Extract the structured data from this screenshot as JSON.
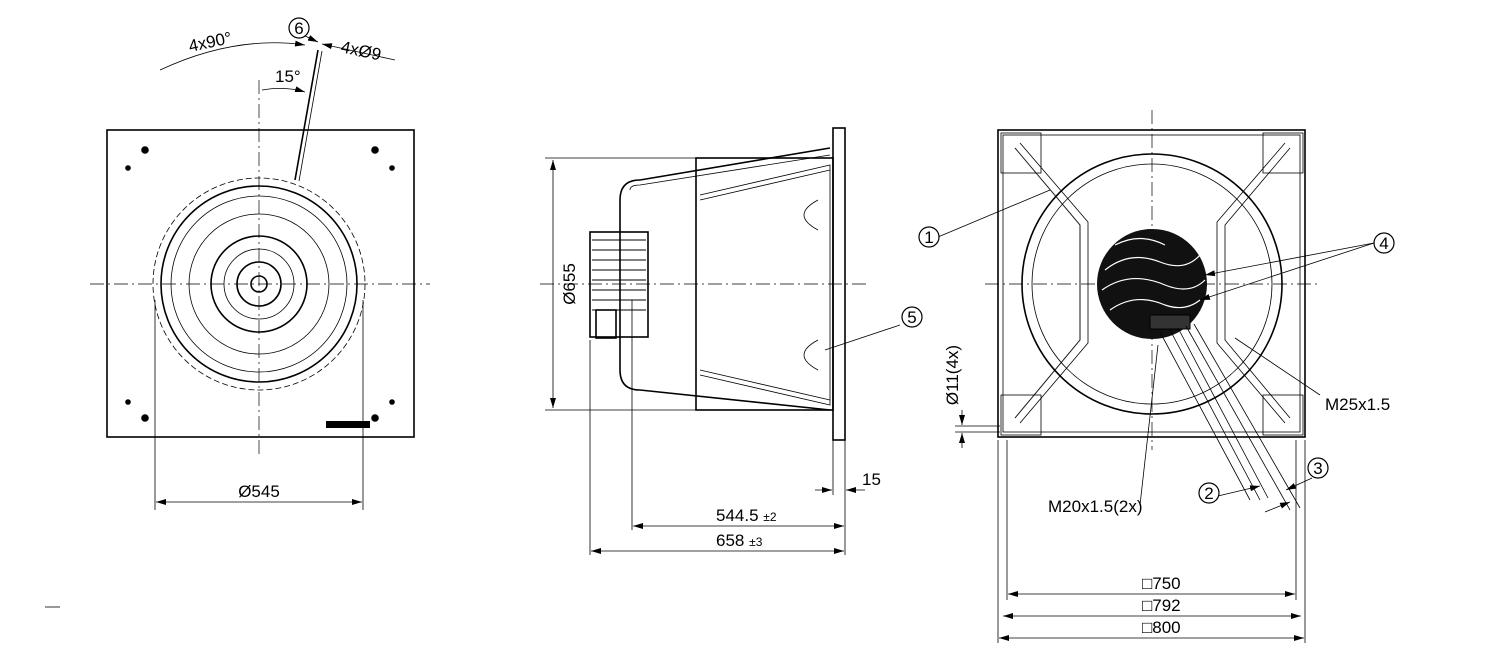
{
  "front_view": {
    "angle_pattern": "4x90°",
    "hole_pattern": "4xØ9",
    "angle_offset": "15°",
    "ref_6": "6",
    "diameter": "Ø545"
  },
  "side_view": {
    "diameter": "Ø655",
    "ref_5": "5",
    "flange_thickness": "15",
    "depth_1": "544.5",
    "depth_1_tol": "±2",
    "depth_2": "658",
    "depth_2_tol": "±3"
  },
  "rear_view": {
    "ref_1": "1",
    "ref_4": "4",
    "ref_2": "2",
    "ref_3": "3",
    "thread_large": "M25x1.5",
    "thread_small": "M20x1.5(2x)",
    "mount_holes": "Ø11(4x)",
    "square_750": "□750",
    "square_792": "□792",
    "square_800": "□800"
  }
}
